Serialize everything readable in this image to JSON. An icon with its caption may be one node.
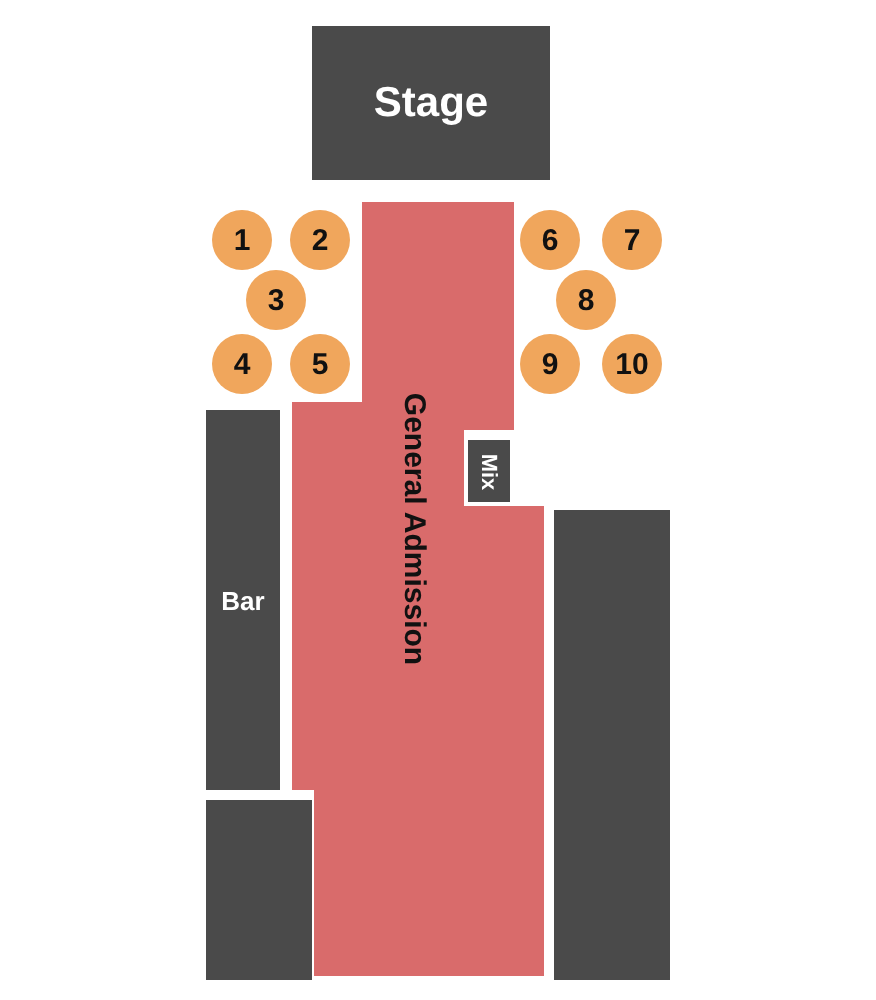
{
  "diagram": {
    "nodes": [
      {
        "text": [
          "Stage"
        ]
      },
      {
        "text": [
          "1"
        ]
      },
      {
        "text": [
          "2"
        ]
      },
      {
        "text": [
          "6"
        ]
      },
      {
        "text": [
          "7"
        ]
      },
      {
        "text": [
          "3"
        ]
      },
      {
        "text": [
          "8"
        ]
      },
      {
        "text": [
          "4"
        ]
      },
      {
        "text": [
          "5"
        ]
      },
      {
        "text": [
          "9"
        ]
      },
      {
        "text": [
          "10"
        ]
      },
      {
        "text": [
          "General Admission"
        ]
      },
      {
        "text": [
          "Mix"
        ]
      },
      {
        "text": [
          "Bar"
        ]
      },
      {
        "text": [],
        "shape": "box"
      },
      {
        "text": [],
        "shape": "box"
      }
    ]
  }
}
